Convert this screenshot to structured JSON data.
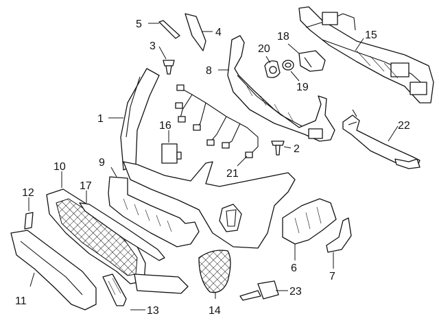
{
  "diagram": {
    "callouts": [
      {
        "id": "c1",
        "label": "1"
      },
      {
        "id": "c3",
        "label": "3"
      },
      {
        "id": "c4",
        "label": "4"
      },
      {
        "id": "c5",
        "label": "5"
      },
      {
        "id": "c6",
        "label": "6"
      },
      {
        "id": "c7",
        "label": "7"
      },
      {
        "id": "c8",
        "label": "8"
      },
      {
        "id": "c9",
        "label": "9"
      },
      {
        "id": "c10",
        "label": "10"
      },
      {
        "id": "c11",
        "label": "11"
      },
      {
        "id": "c12",
        "label": "12"
      },
      {
        "id": "c13",
        "label": "13"
      },
      {
        "id": "c14",
        "label": "14"
      },
      {
        "id": "c15",
        "label": "15"
      },
      {
        "id": "c16",
        "label": "16"
      },
      {
        "id": "c17",
        "label": "17"
      },
      {
        "id": "c18",
        "label": "18"
      },
      {
        "id": "c19",
        "label": "19"
      },
      {
        "id": "c20",
        "label": "20"
      },
      {
        "id": "c21",
        "label": "21"
      },
      {
        "id": "c22",
        "label": "22"
      },
      {
        "id": "c23",
        "label": "23"
      },
      {
        "id": "c2",
        "label": "2"
      }
    ]
  }
}
